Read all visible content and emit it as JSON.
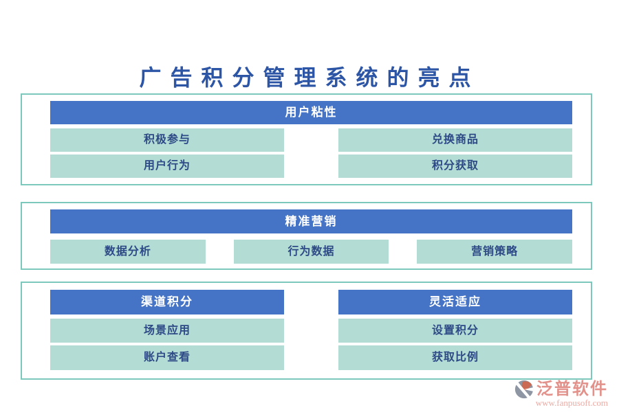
{
  "title": "广告积分管理系统的亮点",
  "sections": [
    {
      "groups": [
        {
          "header": "用户粘性",
          "items": [
            "积极参与",
            "兑换商品",
            "用户行为",
            "积分获取"
          ]
        }
      ]
    },
    {
      "groups": [
        {
          "header": "精准营销",
          "items": [
            "数据分析",
            "行为数据",
            "营销策略"
          ]
        }
      ]
    },
    {
      "groups": [
        {
          "header": "渠道积分",
          "items": [
            "场景应用",
            "账户查看"
          ]
        },
        {
          "header": "灵活适应",
          "items": [
            "设置积分",
            "获取比例"
          ]
        }
      ]
    }
  ],
  "watermark": {
    "brand": "泛普软件",
    "url": "www.fanpusoft.com"
  },
  "colors": {
    "header_blue": "#4573c5",
    "item_teal": "#b3dcd4",
    "frame_teal": "#7cc8bd",
    "title_blue": "#2d55a5",
    "item_text_blue": "#2e4a86",
    "brand_salmon": "#e2928b"
  }
}
